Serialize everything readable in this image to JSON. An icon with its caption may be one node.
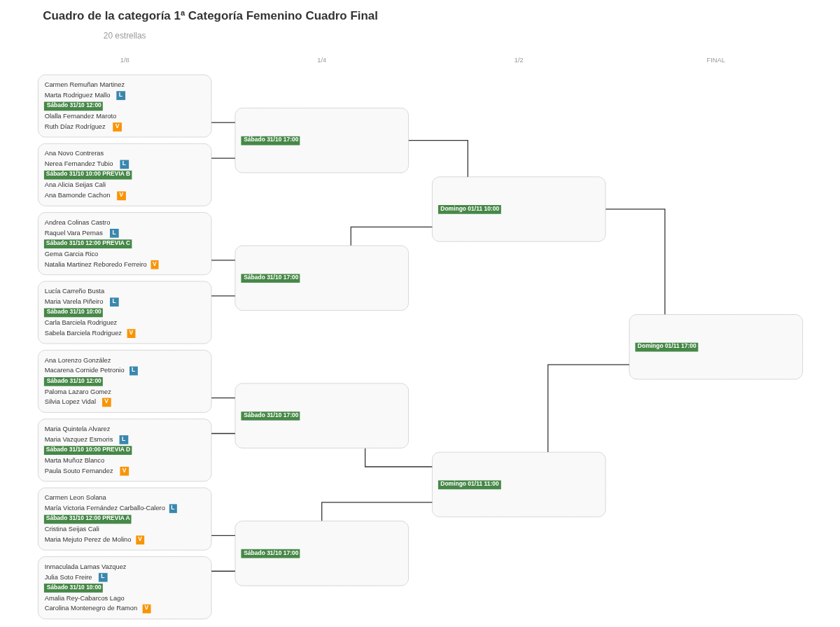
{
  "diagram": {
    "title": "Cuadro de la categoría 1ª Categoría Femenino Cuadro Final",
    "nodes": [
      {
        "text": [
          "Carmen Remuñan Martinez",
          "Marta Rodriguez Mallo",
          "L",
          "Sábado 31/10 12:00",
          "Olalla Fernandez Maroto",
          "Ruth Díaz Rodríguez",
          "V"
        ]
      },
      {
        "text": [
          "Ana Novo Contreras",
          "Nerea Fernandez Tubio",
          "L",
          "Sábado 31/10 10:00 PREVIA B",
          "Ana Alicia Seijas Cali",
          "Ana Bamonde Cachon",
          "V"
        ]
      },
      {
        "text": [
          "Andrea Colinas Castro",
          "Raquel Vara Pernas",
          "L",
          "Sábado 31/10 12:00 PREVIA C",
          "Gema Garcia Rico",
          "Natalia Martinez Reboredo Ferreiro",
          "V"
        ]
      },
      {
        "text": [
          "Lucía Carreño Busta",
          "Maria Varela Piñeiro",
          "L",
          "Sábado 31/10 10:00",
          "Carla Barciela Rodriguez",
          "Sabela Barciela Rodriguez",
          "V"
        ]
      },
      {
        "text": [
          "Ana Lorenzo González",
          "Macarena Cornide Petronio",
          "L",
          "Sábado 31/10 12:00",
          "Paloma Lazaro Gomez",
          "Silvia Lopez Vidal",
          "V"
        ]
      },
      {
        "text": [
          "Maria Quintela Alvarez",
          "Maria Vazquez Esmoris",
          "L",
          "Sábado 31/10 10:00 PREVIA D",
          "Marta Muñoz Blanco",
          "Paula Souto Fernandez",
          "V"
        ]
      },
      {
        "text": [
          "Carmen Leon Solana",
          "María Victoria Fernández Carballo-Calero",
          "L",
          "Sábado 31/10 12:00 PREVIA A",
          "Cristina Seijas Cali",
          "Maria Mejuto Perez de Molino",
          "V"
        ]
      },
      {
        "text": [
          "Inmaculada Lamas Vazquez",
          "Julia Soto Freire",
          "L",
          "Sábado 31/10 10:00",
          "Amalia Rey-Cabarcos Lago",
          "Carolina Montenegro de Ramon",
          "V"
        ]
      },
      {
        "text": [
          "Sábado 31/10 17:00"
        ]
      },
      {
        "text": [
          "Sábado 31/10 17:00"
        ]
      },
      {
        "text": [
          "Sábado 31/10 17:00"
        ]
      },
      {
        "text": [
          "Sábado 31/10 17:00"
        ]
      },
      {
        "text": [
          "Domingo 01/11 10:00"
        ]
      },
      {
        "text": [
          "Domingo 01/11 11:00"
        ]
      },
      {
        "text": [
          "Domingo 01/11 17:00"
        ]
      }
    ],
    "edges": [
      {
        "from": 0,
        "to": 8,
        "arrow": "none"
      },
      {
        "from": 1,
        "to": 8,
        "arrow": "none"
      },
      {
        "from": 2,
        "to": 9,
        "arrow": "none"
      },
      {
        "from": 3,
        "to": 9,
        "arrow": "none"
      },
      {
        "from": 4,
        "to": 10,
        "arrow": "none"
      },
      {
        "from": 5,
        "to": 10,
        "arrow": "none"
      },
      {
        "from": 6,
        "to": 11,
        "arrow": "none"
      },
      {
        "from": 7,
        "to": 11,
        "arrow": "none"
      },
      {
        "from": 8,
        "to": 12,
        "arrow": "none"
      },
      {
        "from": 9,
        "to": 12,
        "arrow": "none"
      },
      {
        "from": 10,
        "to": 13,
        "arrow": "none"
      },
      {
        "from": 11,
        "to": 13,
        "arrow": "none"
      },
      {
        "from": 12,
        "to": 14,
        "arrow": "none"
      },
      {
        "from": 13,
        "to": 14,
        "arrow": "none"
      }
    ],
    "labels": [
      "20 estrellas",
      "1/8",
      "1/4",
      "1/2",
      "FINAL"
    ]
  }
}
